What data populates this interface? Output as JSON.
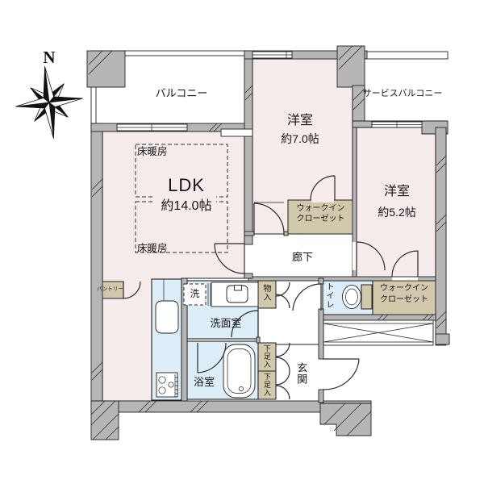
{
  "compass": {
    "north": "N"
  },
  "colors": {
    "pink": "#f7ecec",
    "blue": "#ddeef8",
    "beige": "#d2c8ac",
    "wall": "#b6b6b6"
  },
  "rooms": {
    "balcony": "バルコニー",
    "service_balcony": "サービスバルコニー",
    "bedroom7": {
      "name": "洋室",
      "size": "約7.0帖"
    },
    "bedroom5": {
      "name": "洋室",
      "size": "約5.2帖"
    },
    "ldk": {
      "name": "LDK",
      "size": "約14.0帖"
    },
    "floor_heating": "床暖房",
    "wic": {
      "line1": "ウォークイン",
      "line2": "クローゼット"
    },
    "corridor": "廊下",
    "washroom": "洗面室",
    "bathroom": "浴室",
    "laundry": "洗",
    "toilet": "トイレ",
    "entrance": "玄関",
    "storage": "物入",
    "shoe_box": "下足入",
    "pantry": "パントリー"
  }
}
